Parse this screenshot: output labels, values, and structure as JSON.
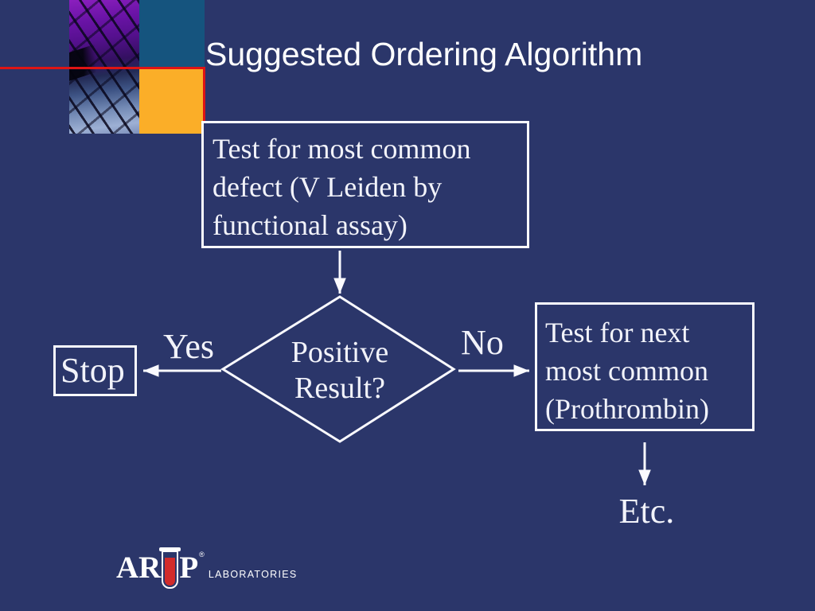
{
  "slide": {
    "title": "Suggested Ordering Algorithm"
  },
  "flowchart": {
    "start_box": {
      "line1": "Test for most common",
      "line2": "defect (V Leiden by",
      "line3": "functional assay)"
    },
    "decision": {
      "line1": "Positive",
      "line2": "Result?"
    },
    "yes_label": "Yes",
    "no_label": "No",
    "stop_label": "Stop",
    "next_box": {
      "line1": "Test for next",
      "line2": "most common",
      "line3": "(Prothrombin)"
    },
    "etc_label": "Etc."
  },
  "logo": {
    "ar": "AR",
    "p": "P",
    "registered": "®",
    "subtext": "LABORATORIES"
  },
  "colors": {
    "background": "#2B366A",
    "accent_teal_square": "#15547E",
    "accent_orange_square": "#FBAE28",
    "accent_red_line": "#DE1414",
    "shape_stroke": "#FAFAFF",
    "text": "#F2F3FA",
    "logo_tube_red": "#D22B2B"
  }
}
